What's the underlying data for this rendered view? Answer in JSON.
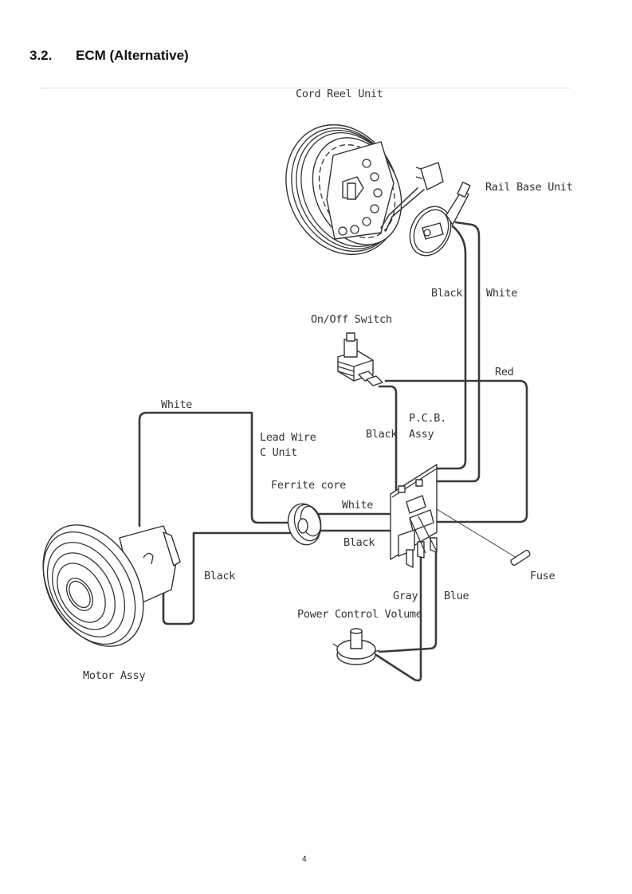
{
  "section": {
    "number": "3.2.",
    "title": "ECM (Alternative)"
  },
  "diagram": {
    "title": "ECM wiring diagram",
    "components": {
      "cord_reel_unit": "Cord Reel Unit",
      "rail_base_unit": "Rail Base Unit",
      "on_off_switch": "On/Off Switch",
      "pcb_assy_line1": "P.C.B.",
      "pcb_assy_line2": "Assy",
      "lead_wire_line1": "Lead Wire",
      "lead_wire_line2": "C Unit",
      "ferrite_core": "Ferrite core",
      "fuse": "Fuse",
      "power_control_volume": "Power Control Volume",
      "motor_assy": "Motor Assy"
    },
    "wires": {
      "rail_black": "Black",
      "rail_white": "White",
      "switch_red": "Red",
      "switch_black": "Black",
      "motor_white": "White",
      "ferrite_white": "White",
      "ferrite_black": "Black",
      "motor_black": "Black",
      "volume_gray": "Gray",
      "volume_blue": "Blue"
    }
  },
  "footer": {
    "page_number": "4"
  }
}
